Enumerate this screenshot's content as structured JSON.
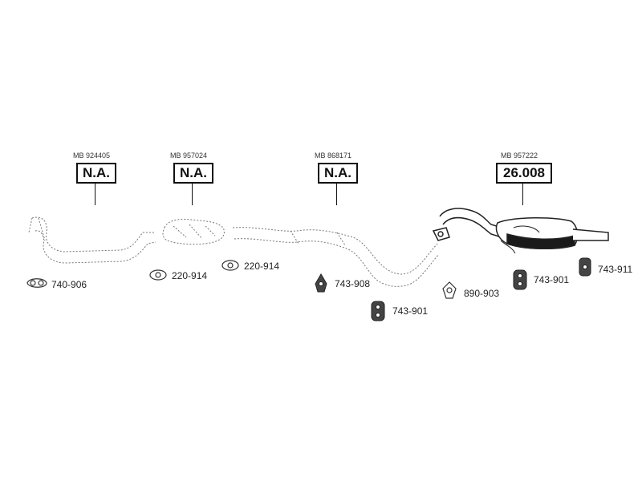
{
  "assemblies": [
    {
      "ref": "MB 924405",
      "code": "N.A."
    },
    {
      "ref": "MB 957024",
      "code": "N.A."
    },
    {
      "ref": "MB 868171",
      "code": "N.A."
    },
    {
      "ref": "MB 957222",
      "code": "26.008"
    }
  ],
  "parts": [
    {
      "label": "740-906"
    },
    {
      "label": "220-914"
    },
    {
      "label": "220-914"
    },
    {
      "label": "743-908"
    },
    {
      "label": "743-901"
    },
    {
      "label": "890-903"
    },
    {
      "label": "743-901"
    },
    {
      "label": "743-911"
    }
  ]
}
